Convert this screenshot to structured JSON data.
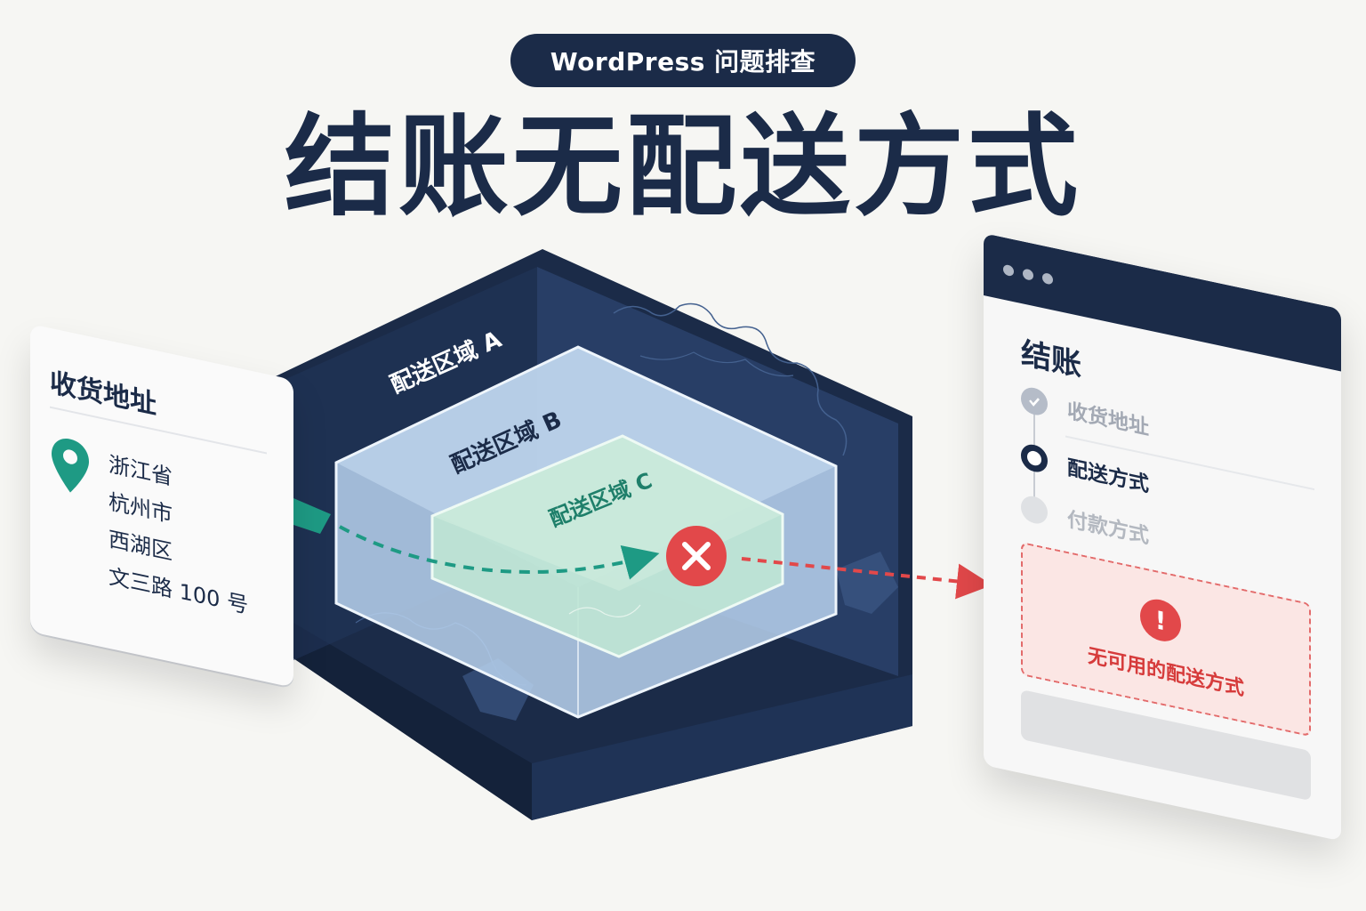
{
  "header": {
    "badge": "WordPress 问题排查",
    "title": "结账无配送方式"
  },
  "address_card": {
    "title": "收货地址",
    "lines": [
      "浙江省",
      "杭州市",
      "西湖区",
      "文三路 100 号"
    ],
    "icon": "location-pin-icon"
  },
  "zones": [
    {
      "label": "配送区域 A"
    },
    {
      "label": "配送区域 B"
    },
    {
      "label": "配送区域 C"
    }
  ],
  "checkout": {
    "title": "结账",
    "steps": [
      {
        "label": "收货地址",
        "state": "done"
      },
      {
        "label": "配送方式",
        "state": "current"
      },
      {
        "label": "付款方式",
        "state": "pending"
      }
    ],
    "error": {
      "icon": "!",
      "text": "无可用的配送方式"
    }
  },
  "colors": {
    "navy": "#1b2b48",
    "zone_b": "#b8d2ee",
    "zone_c": "#bfe5d4",
    "teal": "#1e9a84",
    "error_red": "#e2484a"
  }
}
